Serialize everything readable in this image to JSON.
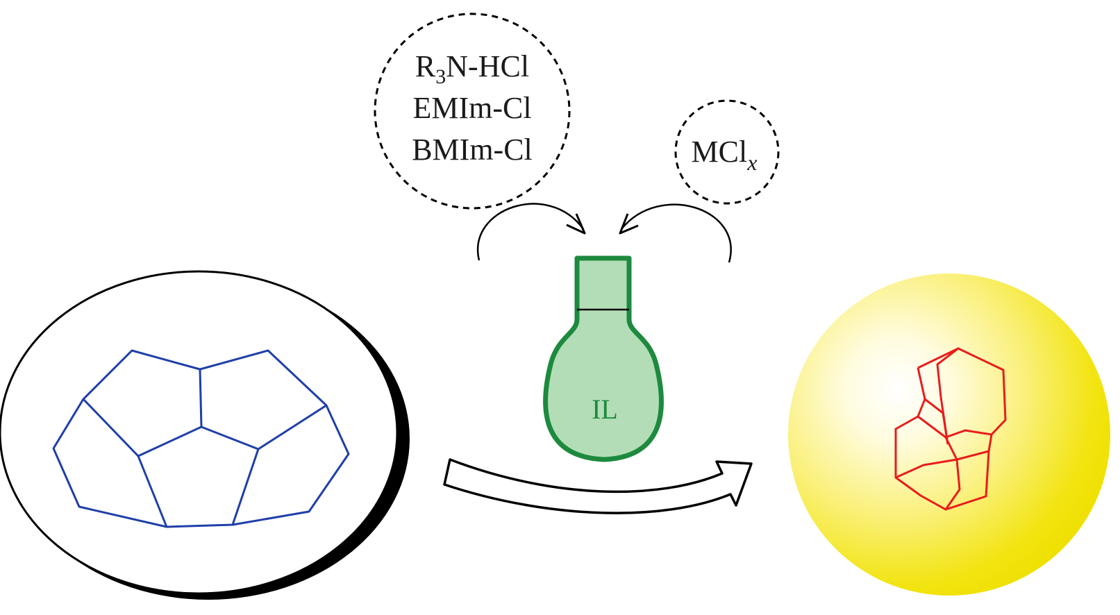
{
  "reagents_left": {
    "line1": {
      "main": "R",
      "sub": "3",
      "rest": "N-HCl"
    },
    "line2": "EMIm-Cl",
    "line3": "BMIm-Cl"
  },
  "reagent_right": {
    "main": "MCl",
    "sub": "x"
  },
  "flask_label": "IL",
  "colors": {
    "reactant_lines": "#1f3fa8",
    "product_lines": "#e81c1c",
    "flask_fill": "#b3ddb6",
    "flask_stroke": "#1d8a3e",
    "sphere_center": "#ffffff",
    "sphere_edge": "#f2e600",
    "outline": "#000000"
  },
  "icons": [
    "reactant-cage-icon",
    "product-adamantane-icon",
    "flask-icon",
    "reaction-arrow-icon"
  ]
}
